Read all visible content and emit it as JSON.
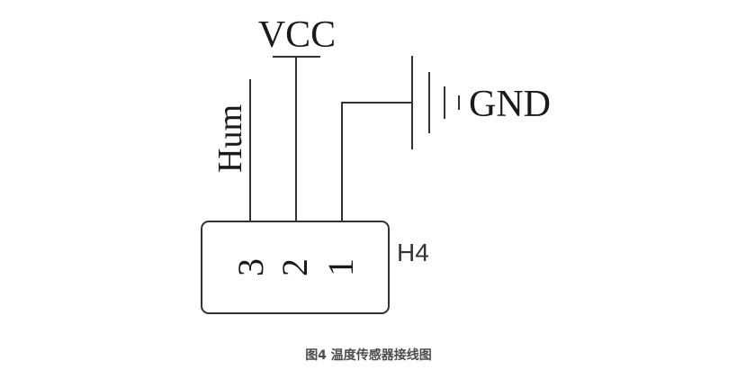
{
  "diagram": {
    "power_label": "VCC",
    "ground_label": "GND",
    "signal_label": "Hum",
    "connector_label": "H4",
    "pins": [
      "3",
      "2",
      "1"
    ]
  },
  "caption": "图4 温度传感器接线图"
}
